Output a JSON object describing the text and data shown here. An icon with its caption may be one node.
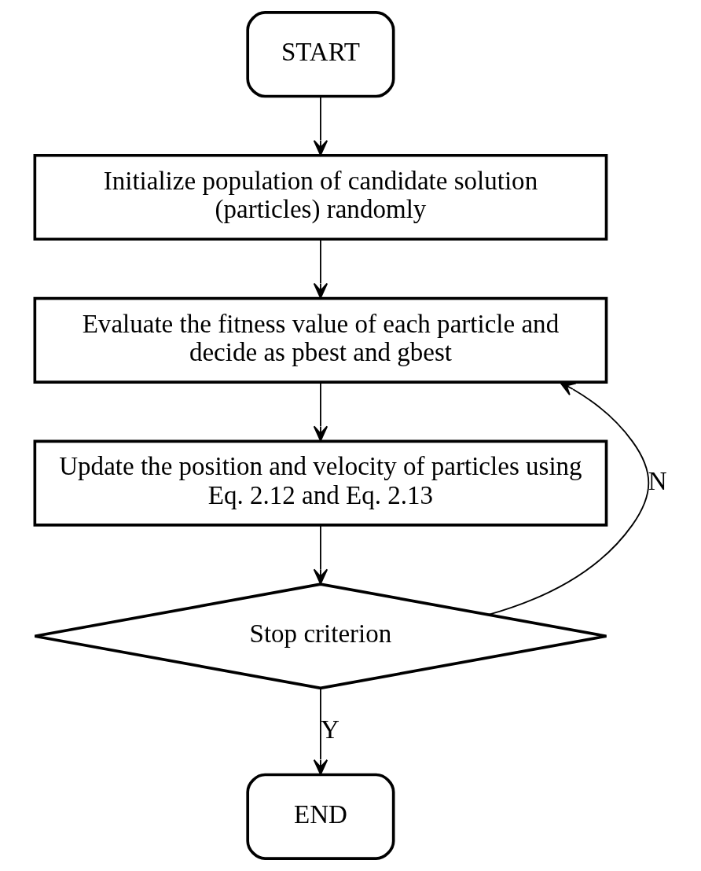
{
  "diagram": {
    "nodes": [
      {
        "text": [
          "START"
        ]
      },
      {
        "text": [
          "Initialize population of candidate solution (particles) randomly"
        ]
      },
      {
        "text": [
          "Evaluate the fitness value of each particle and decide as pbest and gbest"
        ]
      },
      {
        "text": [
          "Update the position and velocity of particles using Eq. 2.12 and Eq. 2.13"
        ]
      },
      {
        "text": [
          "Stop criterion"
        ]
      },
      {
        "text": [
          "END"
        ]
      }
    ],
    "edges": [
      {
        "from": 0,
        "to": 1,
        "arrow": "to"
      },
      {
        "from": 1,
        "to": 2,
        "arrow": "to"
      },
      {
        "from": 2,
        "to": 3,
        "arrow": "to"
      },
      {
        "from": 3,
        "to": 4,
        "arrow": "to"
      },
      {
        "from": 4,
        "to": 5,
        "arrow": "to",
        "label": "Y"
      },
      {
        "from": 4,
        "to": 2,
        "arrow": "to",
        "label": "N"
      }
    ]
  }
}
